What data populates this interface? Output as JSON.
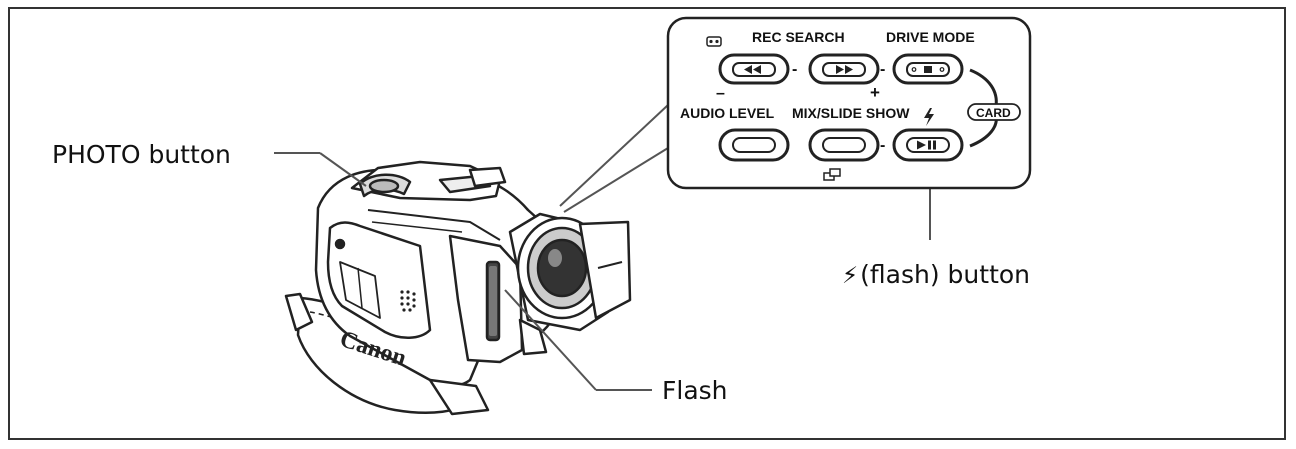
{
  "callouts": {
    "photo_button": "PHOTO button",
    "flash_button_icon": "lightning-bolt-icon",
    "flash_button": "(flash) button",
    "flash": "Flash"
  },
  "panel": {
    "rec_search": "REC SEARCH",
    "drive_mode": "DRIVE MODE",
    "audio_level": "AUDIO LEVEL",
    "mix_slide_show": "MIX/SLIDE SHOW",
    "card": "CARD",
    "minus": "–",
    "plus": "+",
    "dash": "-"
  },
  "camera": {
    "brand": "Canon"
  }
}
